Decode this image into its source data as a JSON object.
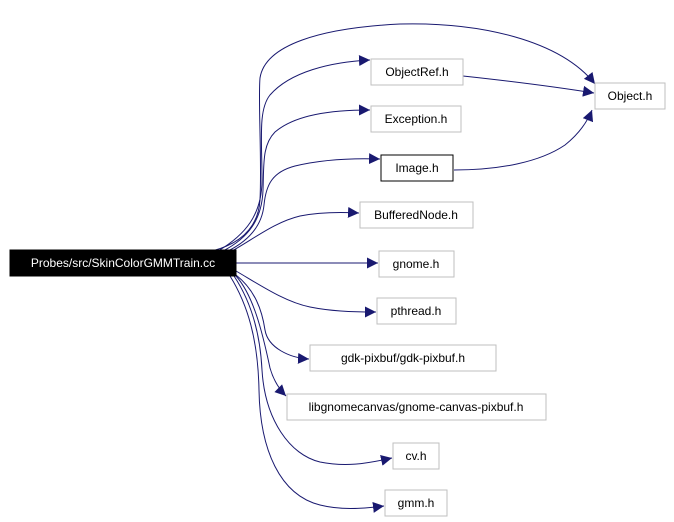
{
  "diagram": {
    "colors": {
      "edge": "#191970",
      "root_fill": "#000000",
      "root_text": "#ffffff",
      "node_border_gray": "#bfbfbf",
      "node_border_black": "#000000",
      "node_text": "#000000"
    },
    "nodes": [
      {
        "id": "root",
        "label": "Probes/src/SkinColorGMMTrain.cc",
        "style": "root"
      },
      {
        "id": "objectref",
        "label": "ObjectRef.h",
        "style": "gray"
      },
      {
        "id": "exception",
        "label": "Exception.h",
        "style": "gray"
      },
      {
        "id": "image",
        "label": "Image.h",
        "style": "black"
      },
      {
        "id": "bufferednode",
        "label": "BufferedNode.h",
        "style": "gray"
      },
      {
        "id": "gnome",
        "label": "gnome.h",
        "style": "gray"
      },
      {
        "id": "pthread",
        "label": "pthread.h",
        "style": "gray"
      },
      {
        "id": "gdkpixbuf",
        "label": "gdk-pixbuf/gdk-pixbuf.h",
        "style": "gray"
      },
      {
        "id": "gnomecanvas",
        "label": "libgnomecanvas/gnome-canvas-pixbuf.h",
        "style": "gray"
      },
      {
        "id": "cv",
        "label": "cv.h",
        "style": "gray"
      },
      {
        "id": "gmm",
        "label": "gmm.h",
        "style": "gray"
      },
      {
        "id": "object",
        "label": "Object.h",
        "style": "gray"
      }
    ],
    "edges": [
      {
        "from": "root",
        "to": "object"
      },
      {
        "from": "root",
        "to": "objectref"
      },
      {
        "from": "root",
        "to": "exception"
      },
      {
        "from": "root",
        "to": "image"
      },
      {
        "from": "root",
        "to": "bufferednode"
      },
      {
        "from": "root",
        "to": "gnome"
      },
      {
        "from": "root",
        "to": "pthread"
      },
      {
        "from": "root",
        "to": "gdkpixbuf"
      },
      {
        "from": "root",
        "to": "gnomecanvas"
      },
      {
        "from": "root",
        "to": "cv"
      },
      {
        "from": "root",
        "to": "gmm"
      },
      {
        "from": "objectref",
        "to": "object"
      },
      {
        "from": "image",
        "to": "object"
      }
    ]
  }
}
